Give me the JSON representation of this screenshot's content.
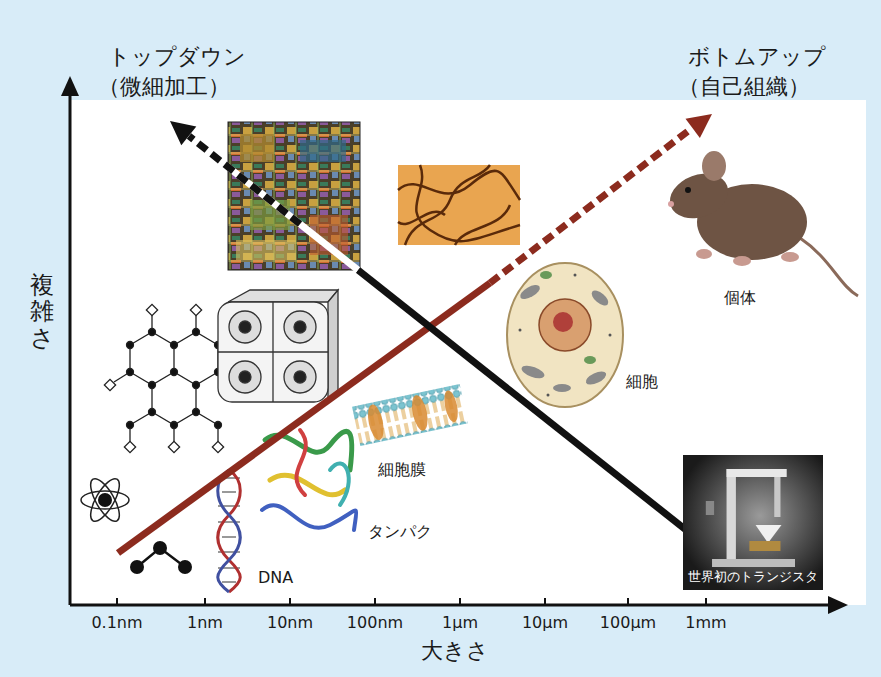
{
  "diagram": {
    "nodes": [
      {
        "text": [
          "世界初のトランジスタ"
        ]
      }
    ],
    "labels": [
      "トップダウン",
      "（微細加工）",
      "ボトムアップ",
      "（自己組織）",
      "複雑さ",
      "大きさ",
      "0.1nm",
      "1nm",
      "10nm",
      "100nm",
      "1µm",
      "10µm",
      "100µm",
      "1mm",
      "個体",
      "細胞",
      "細胞膜",
      "タンパク",
      "DNA"
    ]
  }
}
